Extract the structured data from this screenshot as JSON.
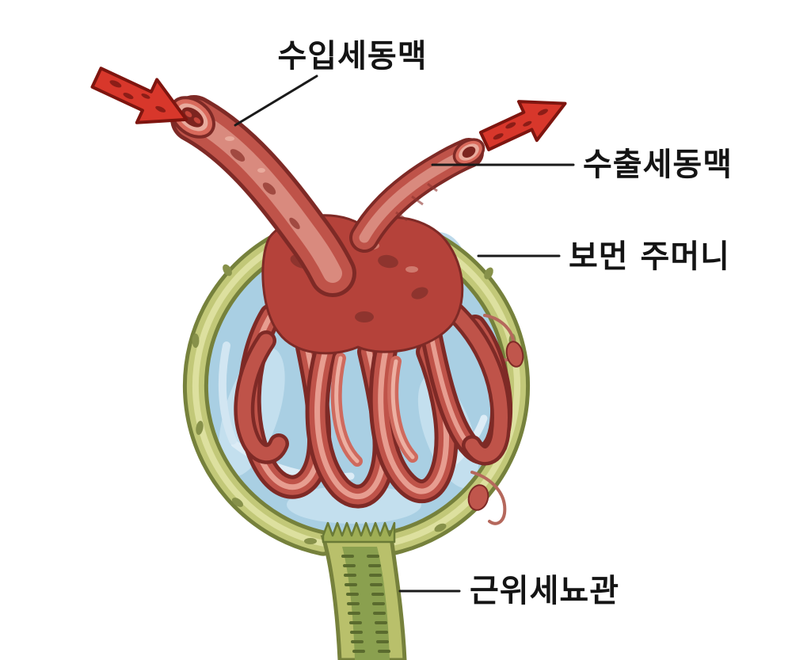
{
  "diagram": {
    "labels": {
      "afferent_arteriole": "수입세동맥",
      "efferent_arteriole": "수출세동맥",
      "bowman_capsule": "보먼 주머니",
      "proximal_tubule": "근위세뇨관"
    },
    "icons": {
      "blood_flow_in": "red-arrow-into-afferent-arteriole",
      "blood_flow_out": "red-arrow-out-of-efferent-arteriole"
    },
    "colors": {
      "background": "#ffffff",
      "arrow_red": "#d8372b",
      "arteriole_red": "#bf5349",
      "arteriole_outline": "#7e2a26",
      "lumen_dark_red": "#7c241f",
      "capsule_wall_olive": "#c2c878",
      "capsule_wall_outline": "#76813c",
      "capsular_space_blue": "#a9cfe3",
      "tubule_green": "#9fae55",
      "tubule_lumen_green": "#8aa04f",
      "brush_border_dark": "#5a6b2e",
      "label_text": "#141414",
      "leader_line": "#1a1a1a"
    }
  }
}
